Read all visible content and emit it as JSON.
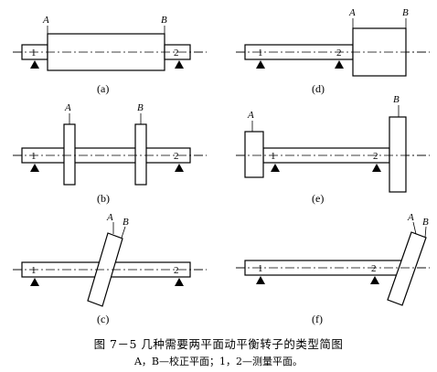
{
  "labels": {
    "plane_a": "A",
    "plane_b": "B",
    "plane_1": "1",
    "plane_2": "2"
  },
  "subfigures": {
    "a": "(a)",
    "b": "(b)",
    "c": "(c)",
    "d": "(d)",
    "e": "(e)",
    "f": "(f)"
  },
  "caption": {
    "title": "图 7－5    几种需要两平面动平衡转子的类型简图",
    "note": "A，B—校正平面；1，2—测量平面。"
  }
}
